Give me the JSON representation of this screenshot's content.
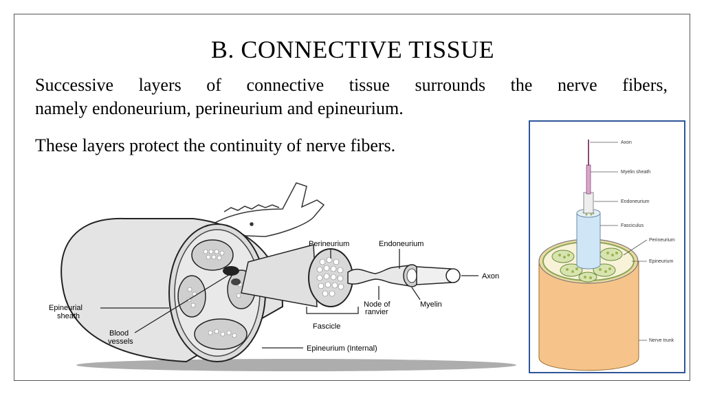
{
  "slide": {
    "title": "B. CONNECTIVE TISSUE",
    "paragraph1_line1": "Successive layers of connective tissue surrounds the nerve fibers,",
    "paragraph1_line2": "namely endoneurium, perineurium and epineurium.",
    "paragraph2": "These layers protect the continuity of  nerve fibers."
  },
  "nerve_cross_section_diagram": {
    "labels": {
      "perineurium": "Perineurium",
      "endoneurium": "Endoneurium",
      "axon": "Axon",
      "epineurial_sheath_1": "Epineurial",
      "epineurial_sheath_2": "sheath",
      "node_of_ranvier_1": "Node of",
      "node_of_ranvier_2": "ranvier",
      "myelin": "Myelin",
      "blood_vessels_1": "Blood",
      "blood_vessels_2": "vessels",
      "fascicle": "Fascicle",
      "epineurium_internal": "Epineurium (Internal)"
    }
  },
  "nerve_trunk_diagram": {
    "labels": {
      "axon": "Axon",
      "myelin_sheath": "Myelin sheath",
      "endoneurium": "Endoneurium",
      "fasciculus": "Fasciculus",
      "perineurium": "Perineurium",
      "epineurium": "Epineurium",
      "nerve_trunk": "Nerve trunk"
    },
    "colors": {
      "trunk": "#f6c48a",
      "fasciculus": "#cfe6f6",
      "fascicle_fill": "#d8e4b0",
      "axon": "#c98ab8",
      "frame": "#2f5597"
    }
  }
}
